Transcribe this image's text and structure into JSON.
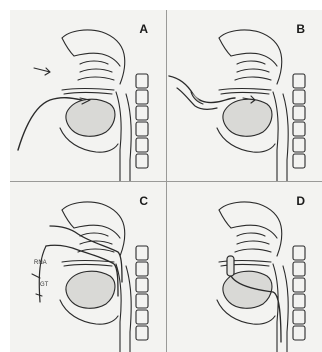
{
  "panels": [
    {
      "label": "A"
    },
    {
      "label": "B"
    },
    {
      "label": "C"
    },
    {
      "label": "D"
    }
  ],
  "panel_c_labels": {
    "upper": "RNA",
    "lower": "GT"
  },
  "colors": {
    "background": "#f3f3f1",
    "ink": "#2a2a2a",
    "divider": "#9a9a98"
  }
}
